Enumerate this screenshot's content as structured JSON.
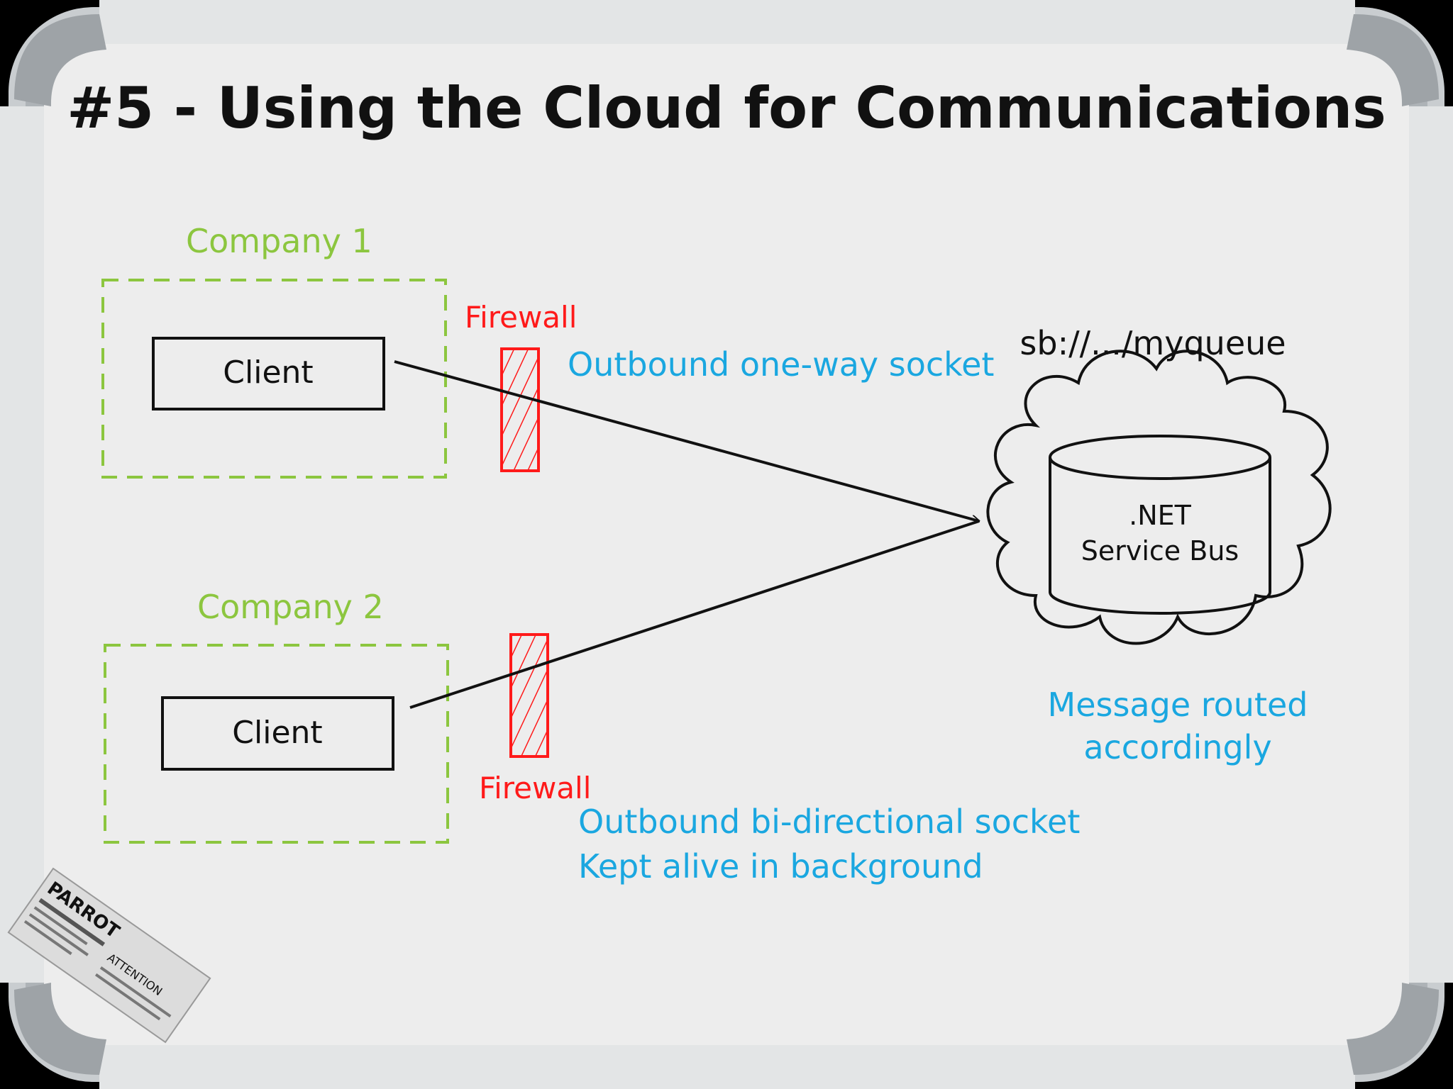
{
  "title": "#5 - Using the Cloud for Communications",
  "companies": [
    {
      "label": "Company 1",
      "client_label": "Client",
      "firewall_label": "Firewall",
      "socket_label": "Outbound one-way socket"
    },
    {
      "label": "Company 2",
      "client_label": "Client",
      "firewall_label": "Firewall",
      "socket_label_line1": "Outbound bi-directional socket",
      "socket_label_line2": "Kept alive in background"
    }
  ],
  "cloud": {
    "address": "sb://.../myqueue",
    "bus_line1": ".NET",
    "bus_line2": "Service Bus",
    "routing_line1": "Message routed",
    "routing_line2": "accordingly"
  },
  "sticker": {
    "brand": "PARROT",
    "heading": "ATTENTION"
  },
  "colors": {
    "company": "#8cc63f",
    "firewall": "#ff1a1a",
    "annotation": "#1aa7e0",
    "ink": "#111111",
    "board": "#ededed",
    "frame": "#c9cdd0"
  },
  "icons": [
    "cloud-icon",
    "database-icon",
    "firewall-icon",
    "arrow-icon"
  ]
}
